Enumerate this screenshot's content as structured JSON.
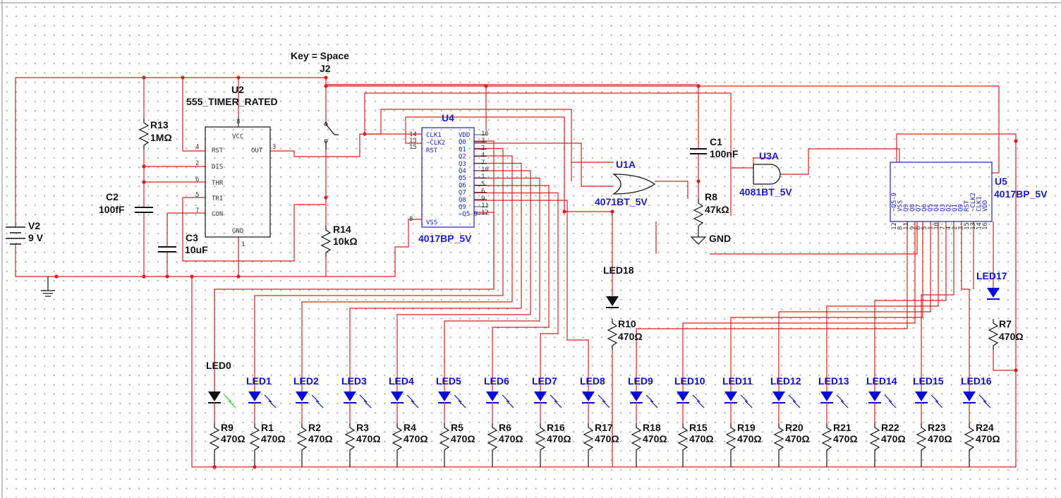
{
  "colors": {
    "wire": "#d62020",
    "black": "#111111",
    "blue": "#1c1ccc",
    "led_blue": "#0b0bd8",
    "led_black": "#111111",
    "led_green": "#22cc22",
    "background": "#ffffff"
  },
  "switch_key": "Key = Space",
  "components": {
    "j2": "J2",
    "v2": {
      "ref": "V2",
      "value": "9 V"
    },
    "r13": {
      "ref": "R13",
      "value": "1MΩ"
    },
    "c2": {
      "ref": "C2",
      "value": "100fF"
    },
    "c3": {
      "ref": "C3",
      "value": "10uF"
    },
    "u2": {
      "ref": "U2",
      "part": "555_TIMER_RATED",
      "pins": [
        "VCC",
        "RST",
        "OUT",
        "DIS",
        "THR",
        "TRI",
        "CON",
        "GND"
      ],
      "pin_numbers": [
        "8",
        "4",
        "3",
        "2",
        "6",
        "5",
        "7",
        "1"
      ]
    },
    "r14": {
      "ref": "R14",
      "value": "10kΩ"
    },
    "u4": {
      "ref": "U4",
      "part": "4017BP_5V",
      "pins_left": [
        "CLK1",
        "~CLK2",
        "RST",
        "VSS"
      ],
      "pins_right": [
        "VDD",
        "Q0",
        "Q1",
        "Q2",
        "Q3",
        "Q4",
        "Q5",
        "Q6",
        "Q7",
        "Q8",
        "Q9",
        "~Q5-9"
      ],
      "pin_numbers_left": [
        "14",
        "13",
        "15",
        "8"
      ],
      "pin_numbers_right": [
        "16",
        "3",
        "2",
        "4",
        "7",
        "10",
        "1",
        "5",
        "6",
        "9",
        "11",
        "12"
      ]
    },
    "c1": {
      "ref": "C1",
      "value": "100nF"
    },
    "u1a": {
      "ref": "U1A",
      "part": "4071BT_5V"
    },
    "u3a": {
      "ref": "U3A",
      "part": "4081BT_5V"
    },
    "r8": {
      "ref": "R8",
      "value": "47kΩ"
    },
    "gnd": "GND",
    "u5": {
      "ref": "U5",
      "part": "4017BP_5V",
      "pins": [
        "~Q5-9",
        "VSS",
        "Q9",
        "Q8",
        "Q7",
        "Q6",
        "Q5",
        "Q4",
        "Q3",
        "Q2",
        "Q1",
        "Q0",
        "RST",
        "~CLK2",
        "CLK1",
        "VDD"
      ],
      "pin_numbers": [
        "12",
        "8",
        "11",
        "9",
        "6",
        "5",
        "1",
        "10",
        "7",
        "4",
        "2",
        "3",
        "15",
        "13",
        "14",
        "16"
      ]
    },
    "led18": "LED18",
    "r10": {
      "ref": "R10",
      "value": "470Ω"
    },
    "led17": "LED17",
    "r7": {
      "ref": "R7",
      "value": "470Ω"
    }
  },
  "led_row": [
    {
      "led": "LED0",
      "res": "R9",
      "value": "470Ω"
    },
    {
      "led": "LED1",
      "res": "R1",
      "value": "470Ω"
    },
    {
      "led": "LED2",
      "res": "R2",
      "value": "470Ω"
    },
    {
      "led": "LED3",
      "res": "R3",
      "value": "470Ω"
    },
    {
      "led": "LED4",
      "res": "R4",
      "value": "470Ω"
    },
    {
      "led": "LED5",
      "res": "R5",
      "value": "470Ω"
    },
    {
      "led": "LED6",
      "res": "R6",
      "value": "470Ω"
    },
    {
      "led": "LED7",
      "res": "R16",
      "value": "470Ω"
    },
    {
      "led": "LED8",
      "res": "R17",
      "value": "470Ω"
    },
    {
      "led": "LED9",
      "res": "R18",
      "value": "470Ω"
    },
    {
      "led": "LED10",
      "res": "R15",
      "value": "470Ω"
    },
    {
      "led": "LED11",
      "res": "R19",
      "value": "470Ω"
    },
    {
      "led": "LED12",
      "res": "R20",
      "value": "470Ω"
    },
    {
      "led": "LED13",
      "res": "R21",
      "value": "470Ω"
    },
    {
      "led": "LED14",
      "res": "R22",
      "value": "470Ω"
    },
    {
      "led": "LED15",
      "res": "R23",
      "value": "470Ω"
    },
    {
      "led": "LED16",
      "res": "R24",
      "value": "470Ω"
    }
  ]
}
